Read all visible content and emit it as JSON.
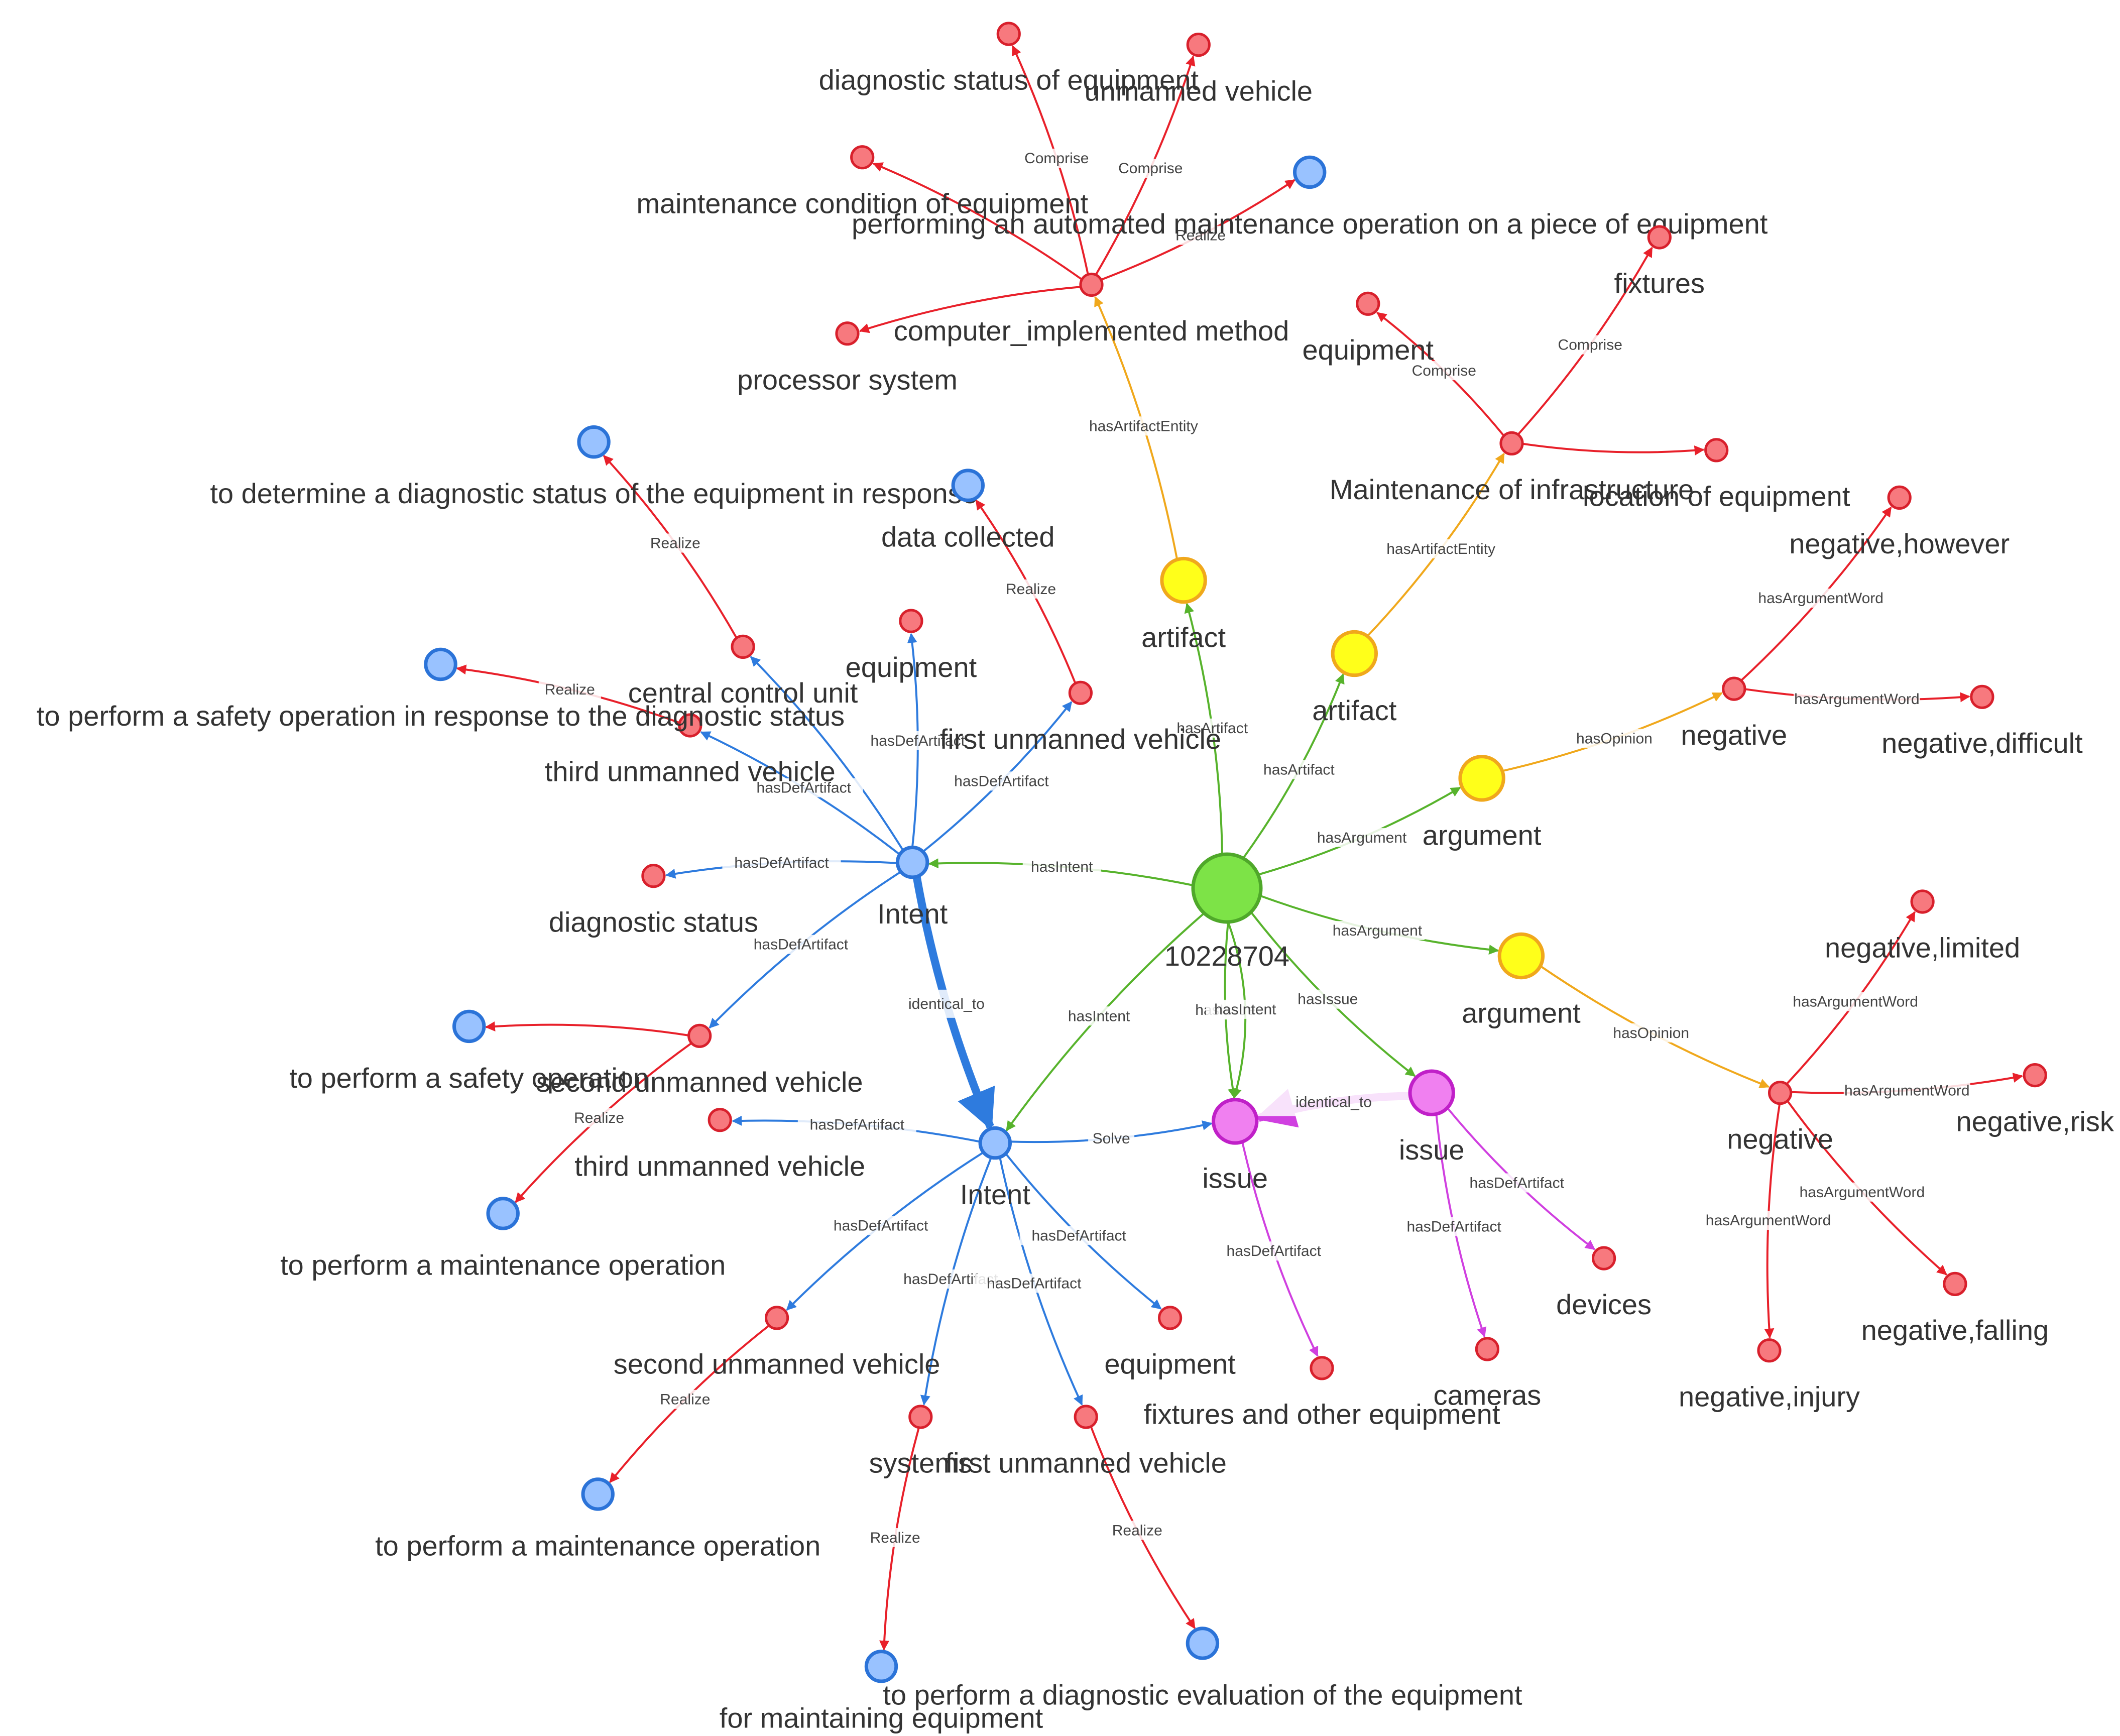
{
  "colors": {
    "green": "#7de347",
    "green_stroke": "#4fa82a",
    "yellow": "#ffff1a",
    "yellow_stroke": "#f0a81c",
    "magenta": "#f080f0",
    "magenta_stroke": "#c020c8",
    "blue": "#99c2ff",
    "blue_stroke": "#2b73d8",
    "red": "#f7797e",
    "red_stroke": "#d8202c",
    "edge_green": "#57b32c",
    "edge_orange": "#f0a81c",
    "edge_red": "#e8202a",
    "edge_blue": "#2e7bde",
    "edge_magenta": "#d040e0"
  },
  "nodes": [
    {
      "id": "root",
      "label": "10228704",
      "type": "green"
    },
    {
      "id": "art1",
      "label": "artifact",
      "type": "yellow"
    },
    {
      "id": "art2",
      "label": "artifact",
      "type": "yellow"
    },
    {
      "id": "arg1",
      "label": "argument",
      "type": "yellow"
    },
    {
      "id": "arg2",
      "label": "argument",
      "type": "yellow"
    },
    {
      "id": "cim",
      "label": "computer_implemented method",
      "type": "red"
    },
    {
      "id": "dse",
      "label": "diagnostic status of equipment",
      "type": "red"
    },
    {
      "id": "uv",
      "label": "unmanned vehicle",
      "type": "red"
    },
    {
      "id": "mce",
      "label": "maintenance condition of equipment",
      "type": "red"
    },
    {
      "id": "pamo",
      "label": "performing an automated maintenance operation on a piece of equipment",
      "type": "blue"
    },
    {
      "id": "ps",
      "label": "processor system",
      "type": "red"
    },
    {
      "id": "moi",
      "label": "Maintenance of infrastructure",
      "type": "red"
    },
    {
      "id": "eq1",
      "label": "equipment",
      "type": "red"
    },
    {
      "id": "fix",
      "label": "fixtures",
      "type": "red"
    },
    {
      "id": "loe",
      "label": "location of equipment",
      "type": "red"
    },
    {
      "id": "neg1",
      "label": "negative",
      "type": "red"
    },
    {
      "id": "negh",
      "label": "negative,however",
      "type": "red"
    },
    {
      "id": "negd",
      "label": "negative,difficult",
      "type": "red"
    },
    {
      "id": "neg2",
      "label": "negative",
      "type": "red"
    },
    {
      "id": "negl",
      "label": "negative,limited",
      "type": "red"
    },
    {
      "id": "negr",
      "label": "negative,risk",
      "type": "red"
    },
    {
      "id": "negf",
      "label": "negative,falling",
      "type": "red"
    },
    {
      "id": "negi",
      "label": "negative,injury",
      "type": "red"
    },
    {
      "id": "int1",
      "label": "Intent",
      "type": "blue"
    },
    {
      "id": "int2",
      "label": "Intent",
      "type": "blue"
    },
    {
      "id": "iss1",
      "label": "issue",
      "type": "magenta"
    },
    {
      "id": "iss2",
      "label": "issue",
      "type": "magenta"
    },
    {
      "id": "dev",
      "label": "devices",
      "type": "red"
    },
    {
      "id": "cam",
      "label": "cameras",
      "type": "red"
    },
    {
      "id": "fixo",
      "label": "fixtures and other equipment",
      "type": "red"
    },
    {
      "id": "ccu",
      "label": "central control unit",
      "type": "red"
    },
    {
      "id": "tdds",
      "label": "to determine a diagnostic status of the equipment in response",
      "type": "blue"
    },
    {
      "id": "eq2",
      "label": "equipment",
      "type": "red"
    },
    {
      "id": "fuv1",
      "label": "first unmanned vehicle",
      "type": "red"
    },
    {
      "id": "dc",
      "label": "data collected",
      "type": "blue"
    },
    {
      "id": "tuv1",
      "label": "third unmanned vehicle",
      "type": "red"
    },
    {
      "id": "tpso1",
      "label": "to perform a safety operation in response to the diagnostic status",
      "type": "blue"
    },
    {
      "id": "ds",
      "label": "diagnostic status",
      "type": "red"
    },
    {
      "id": "suv1",
      "label": "second unmanned vehicle",
      "type": "red"
    },
    {
      "id": "tpso2",
      "label": "to perform a safety operation",
      "type": "blue"
    },
    {
      "id": "tuv2",
      "label": "third unmanned vehicle",
      "type": "red"
    },
    {
      "id": "tpmo1",
      "label": "to perform a maintenance operation",
      "type": "blue"
    },
    {
      "id": "suv2",
      "label": "second unmanned vehicle",
      "type": "red"
    },
    {
      "id": "tpmo2",
      "label": "to perform a maintenance operation",
      "type": "blue"
    },
    {
      "id": "sys",
      "label": "systems",
      "type": "red"
    },
    {
      "id": "fme",
      "label": "for maintaining equipment",
      "type": "blue"
    },
    {
      "id": "fuv2",
      "label": "first unmanned vehicle",
      "type": "red"
    },
    {
      "id": "tpde",
      "label": "to perform a diagnostic evaluation of the equipment",
      "type": "blue"
    },
    {
      "id": "eq3",
      "label": "equipment",
      "type": "red"
    }
  ],
  "edges": [
    {
      "from": "root",
      "to": "art1",
      "label": "hasArtifact",
      "color": "green"
    },
    {
      "from": "root",
      "to": "art2",
      "label": "hasArtifact",
      "color": "green"
    },
    {
      "from": "root",
      "to": "arg1",
      "label": "hasArgument",
      "color": "green"
    },
    {
      "from": "root",
      "to": "arg2",
      "label": "hasArgument",
      "color": "green"
    },
    {
      "from": "root",
      "to": "int1",
      "label": "hasIntent",
      "color": "green"
    },
    {
      "from": "root",
      "to": "int2",
      "label": "hasIntent",
      "color": "green"
    },
    {
      "from": "root",
      "to": "iss1",
      "label": "hasIssue",
      "color": "green"
    },
    {
      "from": "root",
      "to": "iss1",
      "label": "hasIntent",
      "color": "green"
    },
    {
      "from": "root",
      "to": "iss2",
      "label": "hasIssue",
      "color": "green"
    },
    {
      "from": "art1",
      "to": "cim",
      "label": "hasArtifactEntity",
      "color": "orange"
    },
    {
      "from": "art2",
      "to": "moi",
      "label": "hasArtifactEntity",
      "color": "orange"
    },
    {
      "from": "arg1",
      "to": "neg1",
      "label": "hasOpinion",
      "color": "orange"
    },
    {
      "from": "arg2",
      "to": "neg2",
      "label": "hasOpinion",
      "color": "orange"
    },
    {
      "from": "cim",
      "to": "dse",
      "label": "Comprise",
      "color": "red"
    },
    {
      "from": "cim",
      "to": "uv",
      "label": "Comprise",
      "color": "red"
    },
    {
      "from": "cim",
      "to": "mce",
      "label": "",
      "color": "red"
    },
    {
      "from": "cim",
      "to": "pamo",
      "label": "Realize",
      "color": "red"
    },
    {
      "from": "cim",
      "to": "ps",
      "label": "",
      "color": "red"
    },
    {
      "from": "moi",
      "to": "eq1",
      "label": "Comprise",
      "color": "red"
    },
    {
      "from": "moi",
      "to": "fix",
      "label": "Comprise",
      "color": "red"
    },
    {
      "from": "moi",
      "to": "loe",
      "label": "",
      "color": "red"
    },
    {
      "from": "neg1",
      "to": "negh",
      "label": "hasArgumentWord",
      "color": "red"
    },
    {
      "from": "neg1",
      "to": "negd",
      "label": "hasArgumentWord",
      "color": "red"
    },
    {
      "from": "neg2",
      "to": "negl",
      "label": "hasArgumentWord",
      "color": "red"
    },
    {
      "from": "neg2",
      "to": "negr",
      "label": "hasArgumentWord",
      "color": "red"
    },
    {
      "from": "neg2",
      "to": "negf",
      "label": "hasArgumentWord",
      "color": "red"
    },
    {
      "from": "neg2",
      "to": "negi",
      "label": "hasArgumentWord",
      "color": "red"
    },
    {
      "from": "int1",
      "to": "int2",
      "label": "identical_to",
      "color": "blue",
      "thick": true
    },
    {
      "from": "int1",
      "to": "ccu",
      "label": "",
      "color": "blue"
    },
    {
      "from": "int1",
      "to": "eq2",
      "label": "hasDefArtifact",
      "color": "blue"
    },
    {
      "from": "int1",
      "to": "fuv1",
      "label": "hasDefArtifact",
      "color": "blue"
    },
    {
      "from": "int1",
      "to": "tuv1",
      "label": "hasDefArtifact",
      "color": "blue"
    },
    {
      "from": "int1",
      "to": "ds",
      "label": "hasDefArtifact",
      "color": "blue"
    },
    {
      "from": "int1",
      "to": "suv1",
      "label": "hasDefArtifact",
      "color": "blue"
    },
    {
      "from": "ccu",
      "to": "tdds",
      "label": "Realize",
      "color": "red"
    },
    {
      "from": "fuv1",
      "to": "dc",
      "label": "Realize",
      "color": "red"
    },
    {
      "from": "tuv1",
      "to": "tpso1",
      "label": "Realize",
      "color": "red"
    },
    {
      "from": "suv1",
      "to": "tpso2",
      "label": "",
      "color": "red"
    },
    {
      "from": "suv1",
      "to": "tpmo1",
      "label": "Realize",
      "color": "red"
    },
    {
      "from": "int2",
      "to": "iss1",
      "label": "Solve",
      "color": "blue"
    },
    {
      "from": "int2",
      "to": "tuv2",
      "label": "hasDefArtifact",
      "color": "blue"
    },
    {
      "from": "int2",
      "to": "suv2",
      "label": "hasDefArtifact",
      "color": "blue"
    },
    {
      "from": "int2",
      "to": "sys",
      "label": "hasDefArtifact",
      "color": "blue"
    },
    {
      "from": "int2",
      "to": "fuv2",
      "label": "hasDefArtifact",
      "color": "blue"
    },
    {
      "from": "int2",
      "to": "eq3",
      "label": "hasDefArtifact",
      "color": "blue"
    },
    {
      "from": "suv2",
      "to": "tpmo2",
      "label": "Realize",
      "color": "red"
    },
    {
      "from": "sys",
      "to": "fme",
      "label": "Realize",
      "color": "red"
    },
    {
      "from": "fuv2",
      "to": "tpde",
      "label": "Realize",
      "color": "red"
    },
    {
      "from": "iss2",
      "to": "iss1",
      "label": "identical_to",
      "color": "magenta",
      "thick": true
    },
    {
      "from": "iss2",
      "to": "dev",
      "label": "hasDefArtifact",
      "color": "magenta"
    },
    {
      "from": "iss2",
      "to": "cam",
      "label": "hasDefArtifact",
      "color": "magenta"
    },
    {
      "from": "iss1",
      "to": "fixo",
      "label": "hasDefArtifact",
      "color": "magenta"
    }
  ]
}
